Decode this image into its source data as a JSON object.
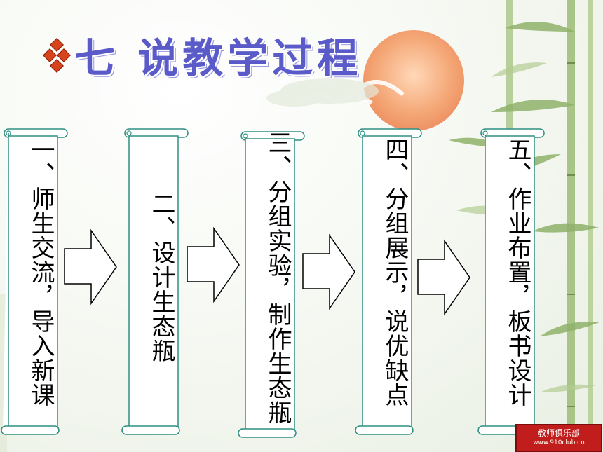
{
  "title": "七  说教学过程",
  "steps": [
    {
      "label": "一、师生交流，导入新课"
    },
    {
      "label": "二、设计生态瓶"
    },
    {
      "label": "三、分组实验，制作生态瓶"
    },
    {
      "label": "四、分组展示，说优缺点"
    },
    {
      "label": "五、作业布置，板书设计"
    }
  ],
  "watermark": {
    "line1": "教师俱乐部",
    "line2": "www.910club.cn"
  },
  "colors": {
    "title": "#5a5ac8",
    "diamond": "#d6431c",
    "scroll_fill": "#ffffff",
    "scroll_stroke": "#2e8f82",
    "sun": "#f3a170",
    "bamboo": "#8fb26a"
  }
}
